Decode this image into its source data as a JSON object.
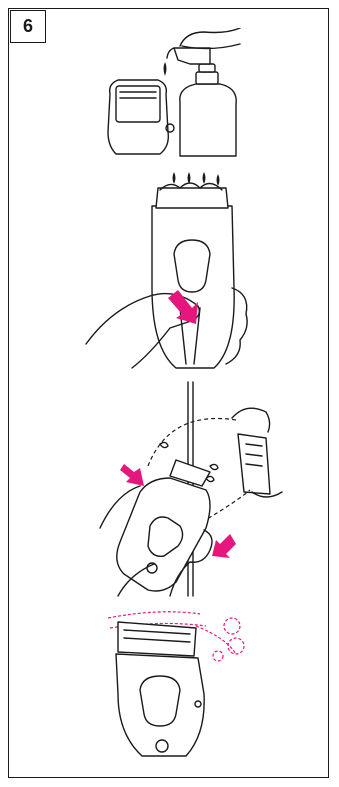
{
  "step": {
    "number": "6"
  },
  "colors": {
    "accent": "#e5177d",
    "line": "#1a1a1a"
  },
  "figures": [
    {
      "id": "apply-soap",
      "icons": [
        "shaver-icon",
        "soap-pump-icon",
        "soap-drop-icon"
      ]
    },
    {
      "id": "lather-and-run",
      "icons": [
        "shaver-icon",
        "water-drop-icon",
        "hand-icon",
        "arrow-icon"
      ]
    },
    {
      "id": "remove-and-rinse-head",
      "icons": [
        "shaver-icon",
        "shaving-head-icon",
        "hand-icon",
        "arrow-icon"
      ]
    },
    {
      "id": "reattach-head",
      "icons": [
        "shaver-icon",
        "rotate-path-icon"
      ]
    }
  ]
}
